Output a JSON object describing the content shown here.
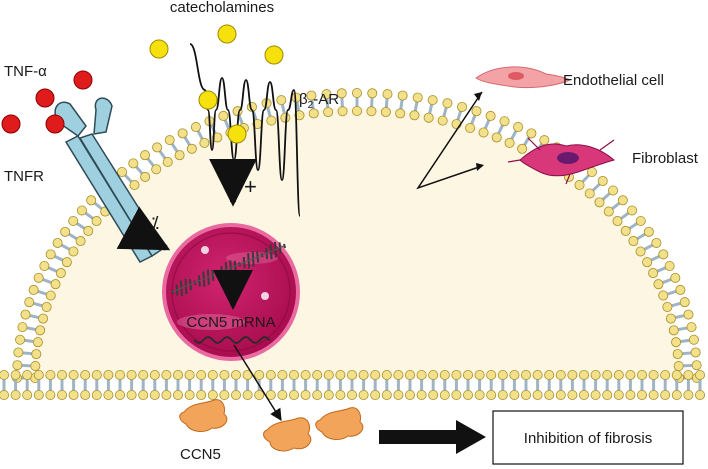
{
  "labels": {
    "catecholamines": "catecholamines",
    "tnf_alpha": "TNF-α",
    "beta2_ar_prefix": "β",
    "beta2_ar_sub": "2",
    "beta2_ar_suffix": "-AR",
    "tnfr": "TNFR",
    "ccn5_mrna": "CCN5 mRNA",
    "ccn5": "CCN5",
    "endothelial_cell": "Endothelial cell",
    "fibroblast": "Fibroblast",
    "inhibition_of_fibrosis": "Inhibition of fibrosis",
    "plus_sign": "+",
    "inhibit_sign": "⁒"
  },
  "colors": {
    "membrane_head": "#f2e08a",
    "membrane_tail": "#9fb4c4",
    "cytoplasm": "#fdf6e3",
    "nucleus": "#c4125e",
    "nucleus_light": "#e1669d",
    "tnf": "#e01b1b",
    "catecholamine": "#f6e10d",
    "receptor": "#9fd0e0",
    "ccn5_protein": "#f2a55a",
    "endothelial": "#f3a3a6",
    "fibroblast": "#d8377a"
  }
}
